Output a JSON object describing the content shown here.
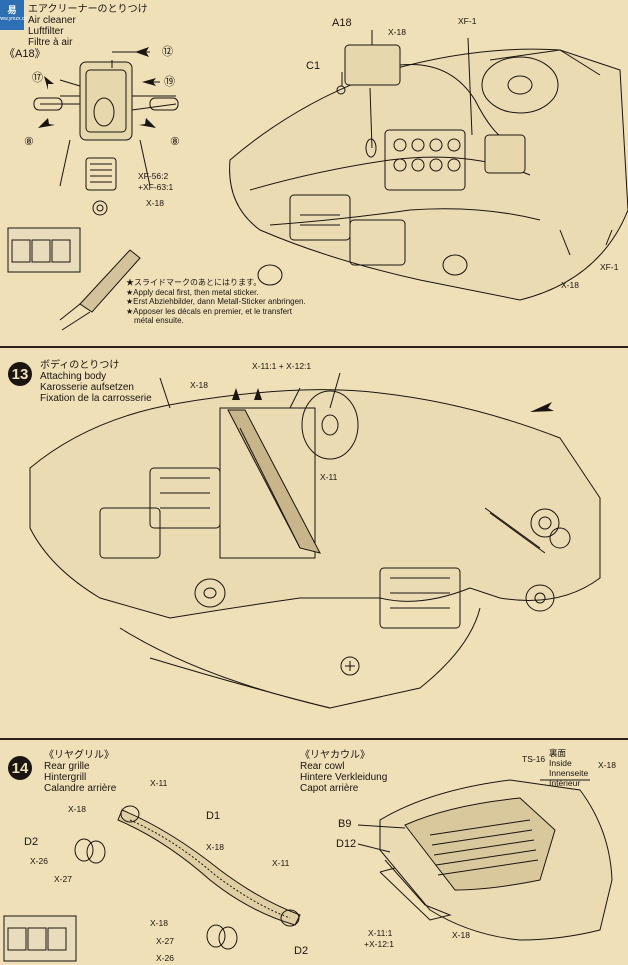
{
  "watermark": {
    "text": "易",
    "subtext": "www.ymzx.cn"
  },
  "step12": {
    "title_jp": "エアクリーナーのとりつけ",
    "title_en": "Air cleaner",
    "title_de": "Luftfilter",
    "title_fr": "Filtre à air",
    "callouts": {
      "a18_box": "《A18》",
      "n12": "⑫",
      "n17": "⑰",
      "n19": "⑲",
      "n8_left": "⑧",
      "n8_right": "⑧",
      "xf56": "XF-56:2",
      "xf63": "+XF-63:1",
      "x18_cleaner": "X-18",
      "a18": "A18",
      "x18_top": "X-18",
      "xf1_top": "XF-1",
      "c1": "C1",
      "x18_bottom": "X-18",
      "xf1_right": "XF-1"
    },
    "notes": {
      "jp": "★スライドマークのあとにはります。",
      "en": "★Apply decal first, then metal sticker.",
      "de": "★Erst Abziehbilder, dann Metall-Sticker anbringen.",
      "fr1": "★Apposer les décals en premier, et le transfert",
      "fr2": "métal ensuite."
    }
  },
  "step13": {
    "number": "13",
    "title_jp": "ボディのとりつけ",
    "title_en": "Attaching body",
    "title_de": "Karosserie aufsetzen",
    "title_fr": "Fixation de la carrosserie",
    "callouts": {
      "x18": "X-18",
      "x11_x12": "X-11:1 + X-12:1",
      "x11": "X-11"
    }
  },
  "step14": {
    "number": "14",
    "left_title_jp": "《リヤグリル》",
    "left_title_en": "Rear grille",
    "left_title_de": "Hintergrill",
    "left_title_fr": "Calandre arrière",
    "right_title_jp": "《リヤカウル》",
    "right_title_en": "Rear cowl",
    "right_title_de": "Hintere Verkleidung",
    "right_title_fr": "Capot arrière",
    "inside_jp": "裏面",
    "inside_en": "Inside",
    "inside_de": "Innenseite",
    "inside_fr": "Intérieur",
    "callouts": {
      "ts16": "TS-16",
      "x18_ts": "X-18",
      "x11_a": "X-11",
      "x18_a": "X-18",
      "d2_top": "D2",
      "x26_a": "X-26",
      "x27_a": "X-27",
      "d1": "D1",
      "x18_b": "X-18",
      "x11_b": "X-11",
      "x18_c": "X-18",
      "x27_b": "X-27",
      "x26_b": "X-26",
      "d2_bottom": "D2",
      "b9": "B9",
      "d12": "D12",
      "x11_x12_a": "X-11:1",
      "x11_x12_b": "+X-12:1",
      "x18_d": "X-18"
    }
  },
  "colors": {
    "paper": "#efe0b8",
    "ink": "#1a1510",
    "watermark": "#2d6fb4"
  }
}
